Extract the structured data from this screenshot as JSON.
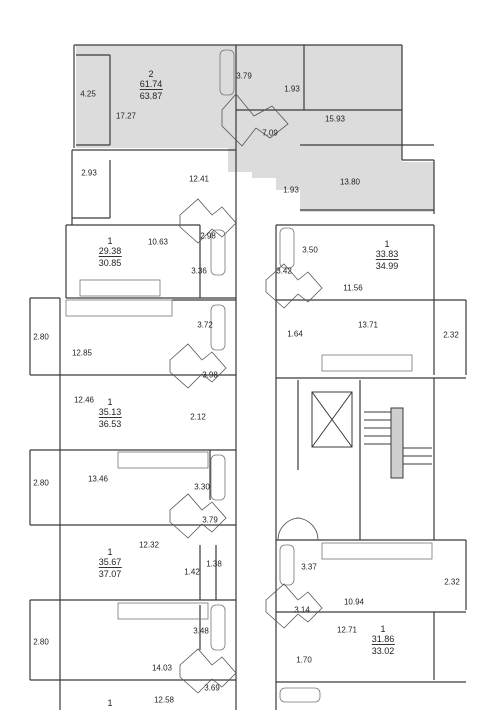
{
  "apartments": [
    {
      "id": "a1",
      "rooms": "2",
      "living": "61.74",
      "total": "63.87"
    },
    {
      "id": "a2",
      "rooms": "1",
      "living": "29.38",
      "total": "30.85"
    },
    {
      "id": "a3",
      "rooms": "1",
      "living": "33.83",
      "total": "34.99"
    },
    {
      "id": "a4",
      "rooms": "1",
      "living": "35.13",
      "total": "36.53"
    },
    {
      "id": "a5",
      "rooms": "1",
      "living": "35.67",
      "total": "37.07"
    },
    {
      "id": "a6",
      "rooms": "1",
      "living": "31.86",
      "total": "33.02"
    },
    {
      "id": "a7",
      "rooms": "1",
      "living": "",
      "total": ""
    }
  ],
  "rooms": {
    "r425": "4.25",
    "r1727": "17.27",
    "r379": "3.79",
    "r193a": "1.93",
    "r1593": "15.93",
    "r709": "7.09",
    "r293": "2.93",
    "r1241": "12.41",
    "r193b": "1.93",
    "r1380": "13.80",
    "r1063": "10.63",
    "r298": "2.98",
    "r336": "3.36",
    "r350": "3.50",
    "r342": "3.42",
    "r1156": "11.56",
    "r280a": "2.80",
    "r1285": "12.85",
    "r372": "3.72",
    "r164": "1.64",
    "r1371": "13.71",
    "r232a": "2.32",
    "r398": "3.98",
    "r1246": "12.46",
    "r212": "2.12",
    "r280b": "2.80",
    "r1346": "13.46",
    "r330": "3.30",
    "r379b": "3.79",
    "r1232": "12.32",
    "r142": "1.42",
    "r138": "1.38",
    "r337": "3.37",
    "r314": "3.14",
    "r1094": "10.94",
    "r232b": "2.32",
    "r1271": "12.71",
    "r170": "1.70",
    "r280c": "2.80",
    "r348": "3.48",
    "r1403": "14.03",
    "r1258": "12.58",
    "r369": "3.69"
  },
  "colors": {
    "highlight": "#dcdcdc",
    "wall": "#3a3a3a",
    "fixture": "#777777"
  }
}
